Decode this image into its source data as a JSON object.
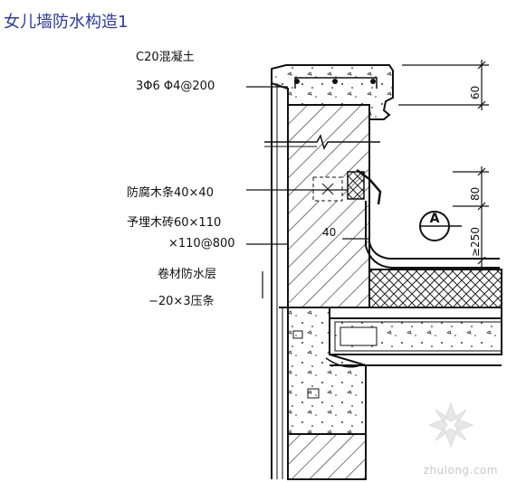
{
  "title": "女儿墙防水构造1",
  "labels": {
    "concrete": "C20混凝土",
    "rebar": "3Φ6  Φ4@200",
    "wood_strip": "防腐木条40×40",
    "wood_brick_line1": "予埋木砖60×110",
    "wood_brick_line2": "×110@800",
    "membrane": "卷材防水层",
    "pressure_strip": "−20×3压条",
    "inner_dim": "40"
  },
  "dimensions": {
    "top_60": "60",
    "side_80": "80",
    "side_250": "≥250"
  },
  "detail_callout": "A",
  "watermark": {
    "text": "zhulong.com",
    "logo": "zhulong-logo"
  },
  "colors": {
    "title": "#2d3aa0",
    "line": "#111111",
    "watermark": "#c8c8c8"
  }
}
